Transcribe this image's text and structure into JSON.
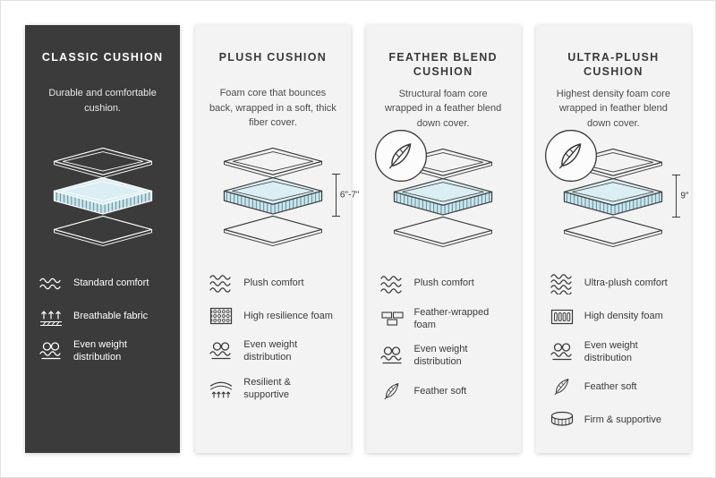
{
  "colors": {
    "dark_panel": "#3b3b3b",
    "light_panel": "#f3f3f3",
    "cushion_blue_top": "#daeef3",
    "cushion_blue_side": "#c8e6ee",
    "text_dark": "#3a3a3a"
  },
  "columns": [
    {
      "title": "CLASSIC CUSHION",
      "description": "Durable and comfortable cushion.",
      "theme": "dark",
      "measurement": "",
      "has_feather_badge": false,
      "features": [
        {
          "icon": "comfort-waves-icon",
          "label": "Standard comfort"
        },
        {
          "icon": "breathable-fabric-icon",
          "label": "Breathable fabric"
        },
        {
          "icon": "even-weight-icon",
          "label": "Even weight distribution"
        }
      ]
    },
    {
      "title": "PLUSH CUSHION",
      "description": "Foam core that bounces back, wrapped in a soft, thick fiber cover.",
      "theme": "light",
      "measurement": "6\"-7\"",
      "has_feather_badge": false,
      "features": [
        {
          "icon": "comfort-waves-icon",
          "label": "Plush comfort"
        },
        {
          "icon": "resilience-foam-icon",
          "label": "High resilience foam"
        },
        {
          "icon": "even-weight-icon",
          "label": "Even weight distribution"
        },
        {
          "icon": "springs-icon",
          "label": "Resilient & supportive"
        }
      ]
    },
    {
      "title": "FEATHER BLEND CUSHION",
      "description": "Structural foam core wrapped in a feather blend down cover.",
      "theme": "light",
      "measurement": "",
      "has_feather_badge": true,
      "features": [
        {
          "icon": "comfort-waves-icon",
          "label": "Plush comfort"
        },
        {
          "icon": "feather-wrapped-foam-icon",
          "label": "Feather-wrapped foam"
        },
        {
          "icon": "even-weight-icon",
          "label": "Even weight distribution"
        },
        {
          "icon": "feather-icon",
          "label": "Feather soft"
        }
      ]
    },
    {
      "title": "ULTRA-PLUSH CUSHION",
      "description": "Highest density foam core wrapped in feather blend down cover.",
      "theme": "light",
      "measurement": "9\"",
      "has_feather_badge": true,
      "features": [
        {
          "icon": "comfort-waves-icon",
          "label": "Ultra-plush comfort"
        },
        {
          "icon": "density-foam-icon",
          "label": "High density foam"
        },
        {
          "icon": "even-weight-icon",
          "label": "Even weight distribution"
        },
        {
          "icon": "feather-icon",
          "label": "Feather soft"
        },
        {
          "icon": "firm-supportive-icon",
          "label": "Firm & supportive"
        }
      ]
    }
  ]
}
